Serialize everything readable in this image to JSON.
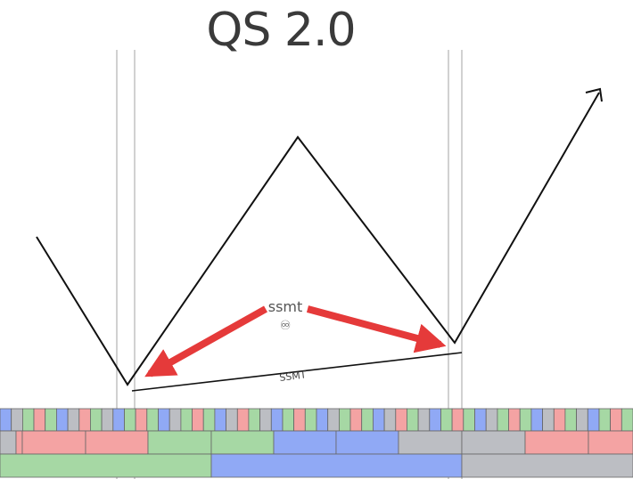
{
  "title": "QS 2.0",
  "labels": {
    "ssmt_top": "ssmt",
    "ssmt_symbol": "♾",
    "ssmt_line": "SSMT"
  },
  "colors": {
    "line": "#111111",
    "arrow": "#e53a3a",
    "vertical": "#b8b8b8",
    "candle_gray": "#bcbec3",
    "candle_red": "#f4a3a3",
    "candle_green": "#a6d8a4",
    "candle_blue": "#90a9f5",
    "candle_border": "#666666"
  },
  "timeframe_rows": [
    [
      "blue",
      "gray",
      "green",
      "red",
      "green",
      "blue",
      "gray",
      "red",
      "green",
      "gray",
      "blue",
      "green",
      "red",
      "green",
      "blue",
      "gray",
      "green",
      "red",
      "green",
      "blue",
      "gray",
      "red",
      "green",
      "gray",
      "blue",
      "green",
      "red",
      "green",
      "blue",
      "gray",
      "green",
      "red",
      "green",
      "blue",
      "gray",
      "red",
      "green",
      "gray",
      "blue",
      "green",
      "red",
      "green",
      "blue",
      "gray",
      "green",
      "red",
      "green",
      "blue",
      "gray",
      "red",
      "green",
      "gray",
      "blue",
      "green",
      "red",
      "green"
    ],
    [
      "gray",
      "red",
      "red",
      "red",
      "green",
      "green",
      "blue",
      "blue",
      "gray",
      "gray",
      "red",
      "red",
      "green",
      "green",
      "blue",
      "blue",
      "gray",
      "gray",
      "red",
      "red",
      "green",
      "green"
    ],
    [
      "green",
      "blue",
      "gray"
    ]
  ]
}
